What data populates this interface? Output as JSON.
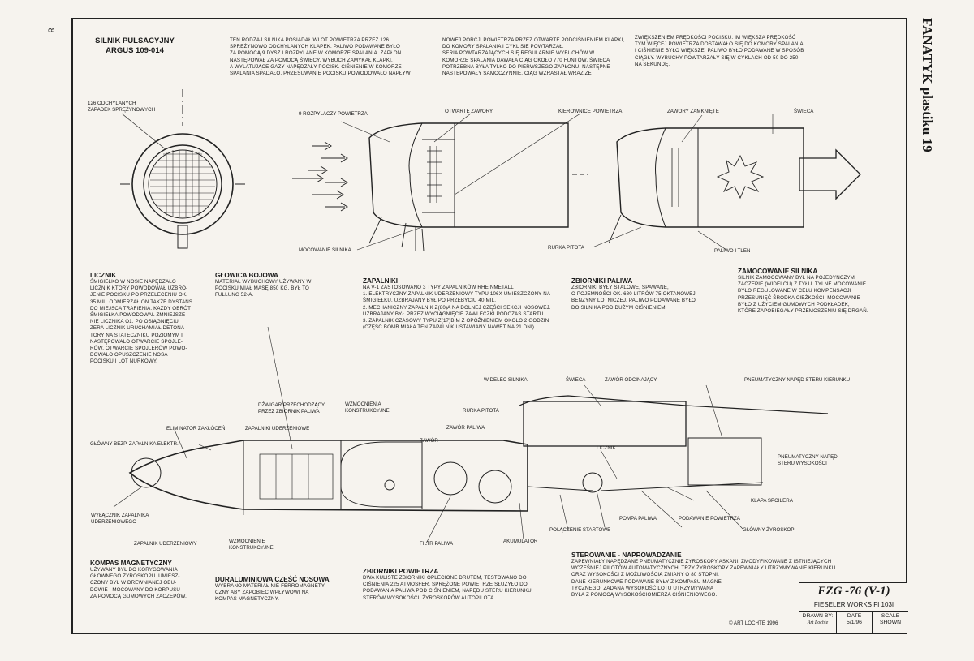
{
  "header": {
    "page_number": "8",
    "side_title": "FANATYK plastiku 19",
    "title_line1": "SILNIK PULSACYJNY",
    "title_line2": "ARGUS 109-014"
  },
  "intro": [
    [
      "TEN RODZAJ SILNIKA POSIADAŁ WLOT POWIETRZA PRZEZ 126",
      "SPRĘŻYNOWO ODCHYLANYCH KLAPEK. PALIWO PODAWANE BYŁO",
      "ZA POMOCĄ 9 DYSZ I ROZPYLANE W KOMORZE SPALANIA. ZAPŁON",
      "NASTĘPOWAŁ  ZA POMOCĄ ŚWIECY. WYBUCH ZAMYKAŁ KLAPKI,",
      "A WYLATUJĄCE GAZY NAPĘDZAŁY POCISK. CIŚNIENIE W KOMORZE",
      "SPALANIA SPADAŁO, PRZESUWANIE POCISKU POWODOWAŁO NAPŁYW"
    ],
    [
      "NOWEJ PORCJI POWIETRZA PRZEZ OTWARTE PODCIŚNIENIEM KLAPKI,",
      "DO KOMORY SPALANIA I CYKL SIĘ POWTARZAŁ.",
      "SERIA POWTARZAJĄCYCH SIĘ  REGULARNIE WYBUCHÓW W",
      "KOMORZE SPALANIA DAWAŁA CIĄG OKOŁO 770 FUNTÓW. ŚWIECA",
      "POTRZEBNA BYŁA TYLKO DO PIERWSZEGO ZAPŁONU, NASTĘPNE",
      "NASTĘPOWAŁY SAMOCZYNNIE. CIĄG WZRASTAŁ WRAZ ZE"
    ],
    [
      "ZWIĘKSZENIEM PRĘDKOŚCI POCISKU. IM WIĘKSZA PRĘDKOŚĆ",
      "TYM WIĘCEJ POWIETRZA DOSTAWAŁO SIĘ DO KOMORY SPALANIA",
      "I CIŚNIENIE BYŁO WIĘKSZE. PALIWO BYŁO PODAWANE W SPOSÓB",
      "CIĄGŁY. WYBUCHY POWTARZAŁY SIĘ W CYKLACH OD 50 DO 250",
      "NA SEKUNDĘ."
    ]
  ],
  "engine_labels": {
    "flaps": [
      "126 ODCHYLANYCH",
      "ZAPADEK SPRĘŻYNOWYCH"
    ],
    "air_sprayers": "9 ROZPYLACZY POWIETRZA",
    "open_valves": "OTWARTE ZAWORY",
    "air_guides": "KIEROWNICE POWIETRZA",
    "closed_valves": "ZAWORY ZAMKNIĘTE",
    "spark_plug": "ŚWIECA",
    "engine_mount": "MOCOWANIE SILNIKA",
    "pitot": "RURKA PITOTA",
    "fuel_oxygen": "PALIWO I TLEN"
  },
  "sections": {
    "counter": {
      "title": "LICZNIK",
      "lines": [
        "ŚMIGIEŁKO W NOSIE NAPĘDZAŁO",
        "LICZNIK KTÓRY POWODOWAŁ UZBRO-",
        "JENIE POCISKU PO PRZELECENIU OK.",
        "35 MIL. ODMIERZAŁ ON TAKŻE DYSTANS",
        "DO MIEJSCA TRAFIENIA. KAŻDY OBRÓT",
        "ŚMIGIEŁKA POWODOWAŁ ZMNIEJSZE-",
        "NIE LICZNIKA O1. PO OSIĄGNIĘCIU",
        "ZERA LICZNIK URUCHAMIAŁ DETONA-",
        "TORY NA STATECZNIKU POZIOMYM I",
        "NASTĘPOWAŁO OTWARCIE SPOJLE-",
        "RÓW. OTWARCIE SPOJLERÓW POWO-",
        "DOWAŁO OPUSZCZENIE NOSA",
        "POCISKU I LOT NURKOWY."
      ]
    },
    "warhead": {
      "title": "GŁOWICA BOJOWA",
      "lines": [
        "MATERIAŁ WYBUCHOWY UŻYWANY W",
        "POCISKU MIAŁ MASĘ 850 KG. BYŁ TO",
        "FULLUNG 52-A."
      ]
    },
    "fuzes": {
      "title": "ZAPALNIKI",
      "lines": [
        "NA V-1 ZASTOSOWANO 3 TYPY ZAPALNIKÓW RHEINMETALL",
        "1. ELEKTRYCZNY ZAPALNIK UDERZENIOWY TYPU 106X UMIESZCZONY NA",
        "    ŚMIGIEŁKU. UZBRAJANY BYŁ PO PRZEBYCIU 40 MIL.",
        "2. MECHANICZNY ZAPALNIK Z(80)A NA DOLNEJ CZĘŚCI SEKCJI NOSOWEJ.",
        "    UZBRAJANY BYŁ PRZEZ WYCIĄGNIĘCIE ZAWLECZKI PODCZAS STARTU.",
        "3. ZAPALNIK CZASOWY TYPU Z(17)B M Z OPÓŹNIENIEM OKOŁO 2 GODZIN",
        "    (CZĘŚĆ BOMB MIAŁA TEN ZAPALNIK USTAWIANY NAWET NA 21 DNI)."
      ]
    },
    "fuel_tanks": {
      "title": "ZBIORNIKI PALIWA",
      "lines": [
        "ZBIORNIKI BYŁY STALOWE, SPAWANE,",
        "O POJEMNOŚCI OK. 680 LITRÓW 75 OKTANOWEJ",
        "BENZYNY LOTNICZEJ. PALIWO PODAWANE BYŁO",
        "DO SILNIKA POD DUŻYM CIŚNIENIEM"
      ]
    },
    "engine_mount": {
      "title": "ZAMOCOWANIE SILNIKA",
      "lines": [
        "SILNIK ZAMOCOWANY BYŁ NA POJEDYNCZYM",
        "ZACZEPIE (WIDELCU) Z TYŁU. TYLNE MOCOWANIE",
        "BYŁO REGULOWANE W CELU KOMPENSACJI",
        "PRZESUNIĘĆ ŚRODKA CIĘŻKOŚCI. MOCOWANIE",
        "BYŁO Z UŻYCIEM GUMOWYCH PODKŁADEK,",
        "KTÓRE ZAPOBIEGAŁY PRZEMOSZENIU SIĘ DRGAŃ."
      ]
    },
    "compass": {
      "title": "KOMPAS MAGNETYCZNY",
      "lines": [
        "UŻYWANY BYŁ DO KORYGOWANIA",
        "GŁÓWNEGO ŻYROSKOPU. UMIESZ-",
        "CZONY BYŁ W DREWNIANEJ OBU-",
        "DOWIE I MOCOWANY DO KORPUSU",
        "ZA POMOCĄ GUMOWYCH ZACZEPÓW."
      ]
    },
    "nose": {
      "title": "DURALUMINIOWA CZĘŚĆ NOSOWA",
      "lines": [
        "WYBRANO MATERIAŁ NIE FERROMAGNETY-",
        "CZNY ABY ZAPOBIEC WPŁYWOWI NA",
        "KOMPAS MAGNETYCZNY."
      ]
    },
    "air_tanks": {
      "title": "ZBIORNIKI POWIETRZA",
      "lines": [
        "DWA KULISTE ZBIORNIKI OPLECIONE DRUTEM, TESTOWANO DO",
        "CIŚNIENIA 225 ATMOSFER. SPRĘŻONE POWIETRZE SŁUŻYŁO DO",
        "PODAWANIA PALIWA POD CIŚNIENIEM, NAPĘDU STERU KIERUNKU,",
        "STERÓW WYSOKOŚCI, ŻYROSKOPÓW AUTOPILOTA"
      ]
    },
    "control": {
      "title": "STEROWANIE - NAPROWADZANIE",
      "lines": [
        "ZAPEWNIAŁY NAPĘDZANE PNEUMATYCZNIE ŻYROSKOPY ASKANI, ZMODYFIKOWANE Z ISTNIEJĄCYCH",
        "WCZEŚNIEJ PILOTÓW AUTOMATYCZNYCH. TRZY ŻYROSKOPY ZAPEWNIAŁY UTRZYMYWANIE KIERUNKU",
        "ORAZ WYSOKOŚCI Z MOŻLIWOŚCIĄ ZMIANY O 80 STOPNI.",
        "DANE KIERUNKOWE PODAWANE BYŁY Z KOMPASU MAGNE-",
        "TYCZNEGO. ZADANA WYSOKOŚĆ LOTU UTRZYMYWANA",
        "BYŁA Z POMOCĄ WYSOKOŚCIOMIERZA CIŚNIENIOWEGO."
      ]
    }
  },
  "missile_labels": {
    "spark_plug": "ŚWIECA",
    "engine_fork": "WIDELEC SILNIKA",
    "shutoff_valve": "ZAWÓR ODCINAJĄCY",
    "rudder_drive": "PNEUMATYCZNY NAPĘD STERU KIERUNKU",
    "reinforcements": [
      "WZMOCNIENIA",
      "KONSTRUKCYJNE"
    ],
    "spar": [
      "DŹWIGAR PRZECHODZĄCY",
      "PRZEZ ZBIORNIK PALIWA"
    ],
    "pitot": "RURKA PITOTA",
    "fuel_valve": "ZAWÓR PALIWA",
    "fuse_eliminator": "ELIMINATOR ZAKŁÓCEŃ",
    "impact_fuzes": "ZAPALNIKI UDERZENIOWE",
    "valve": "ZAWÓR",
    "main_safety": "GŁÓWNY BEZP. ZAPALNIKA ELEKTR.",
    "counter": "LICZNIK",
    "elevator_drive": [
      "PNEUMATYCZNY NAPĘD",
      "STERU WYSOKOŚCI"
    ],
    "spoiler_flap": "KLAPA SPOILERA",
    "fuse_switch": [
      "WYŁĄCZNIK ZAPALNIKA",
      "UDERZENIOWEGO"
    ],
    "fuel_pump": "POMPA PALIWA",
    "air_feed": "PODAWANIE POWIETRZA",
    "start_connection": "POŁĄCZENIE STARTOWE",
    "main_gyro": "GŁÓWNY ŻYROSKOP",
    "impact_fuze": "ZAPALNIK UDERZENIOWY",
    "reinforcement": [
      "WZMOCNIENIE",
      "KONSTRUKCYJNE"
    ],
    "fuel_filter": "FILTR PALIWA",
    "accumulator": "AKUMULATOR"
  },
  "title_block": {
    "model": "FZG -76 (V-1)",
    "works": "FIESELER WORKS  Fi 103i",
    "drawn_by_label": "DRAWN BY:",
    "drawn_by_sig": "Art Lochte",
    "date_label": "DATE",
    "date_value": "5/1/96",
    "scale_label": "SCALE",
    "scale_value": "SHOWN"
  },
  "copyright": "© ART LOCHTE 1996"
}
